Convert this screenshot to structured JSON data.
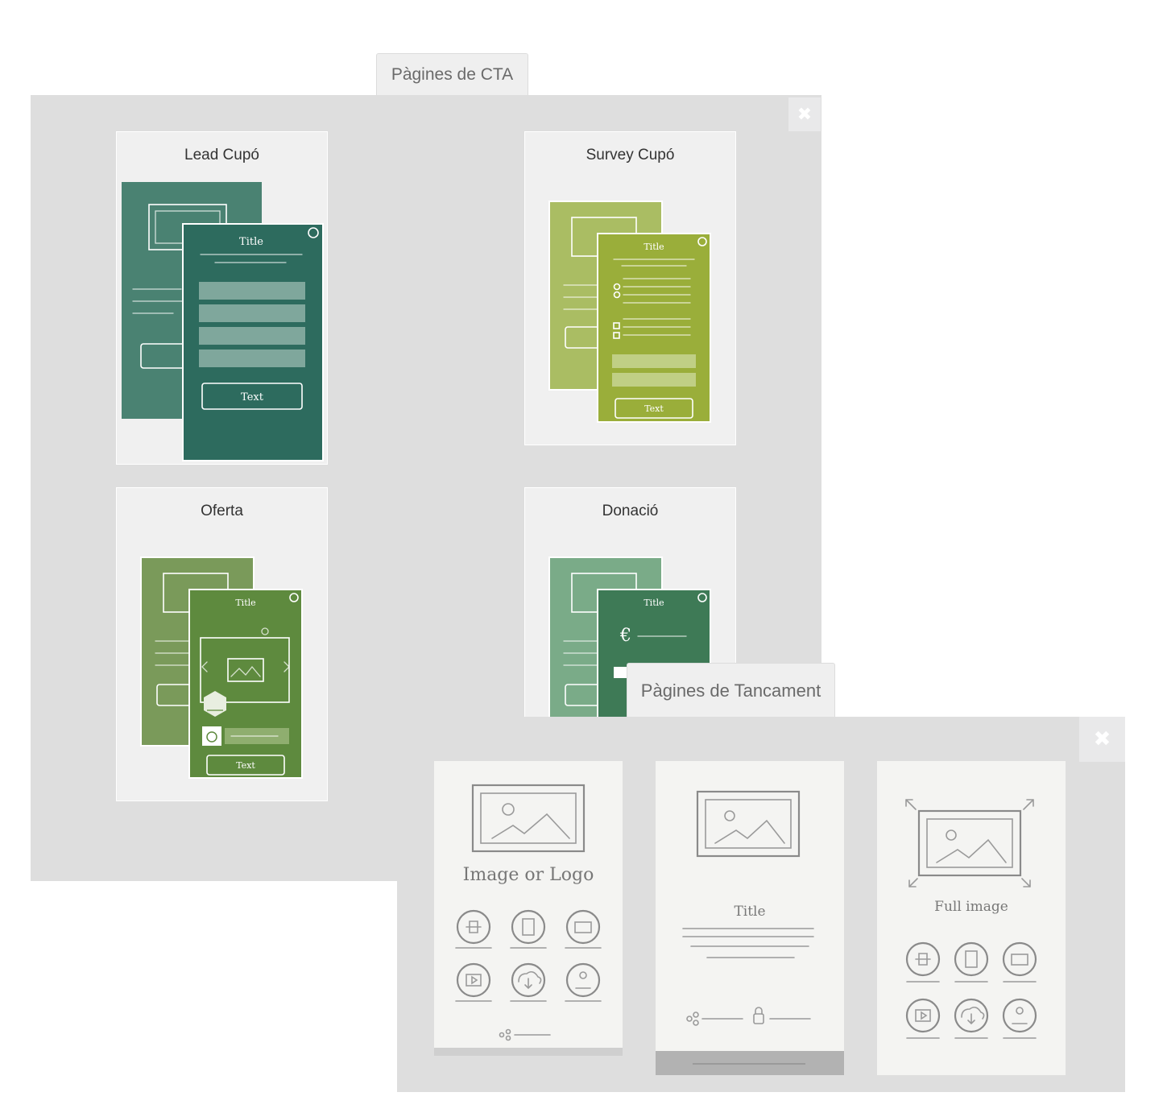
{
  "cta_panel": {
    "tab_label": "Pàgines de CTA",
    "close_symbol": "✖",
    "cards": [
      {
        "title": "Lead Cupó",
        "mock_title": "Title",
        "mock_button": "Text",
        "color": "#2d6b5e"
      },
      {
        "title": "Survey Cupó",
        "mock_title": "Title",
        "mock_button": "Text",
        "color": "#9aae3a"
      },
      {
        "title": "Oferta",
        "mock_title": "Title",
        "mock_button": "Text",
        "color": "#5e8a3e"
      },
      {
        "title": "Donació",
        "mock_title": "Title",
        "mock_symbol": "€",
        "color": "#3e7a56"
      }
    ]
  },
  "closing_panel": {
    "tab_label": "Pàgines de Tancament",
    "close_symbol": "✖",
    "cards": [
      {
        "caption": "Image or Logo",
        "icons": [
          "phone-icon",
          "mobile-icon",
          "shop-icon",
          "video-icon",
          "download-icon",
          "map-icon"
        ]
      },
      {
        "caption": "Title",
        "icons": [
          "share-icon",
          "lock-icon"
        ]
      },
      {
        "caption": "Full image",
        "icons": [
          "phone-icon",
          "mobile-icon",
          "shop-icon",
          "video-icon",
          "download-icon",
          "map-icon"
        ]
      }
    ]
  }
}
